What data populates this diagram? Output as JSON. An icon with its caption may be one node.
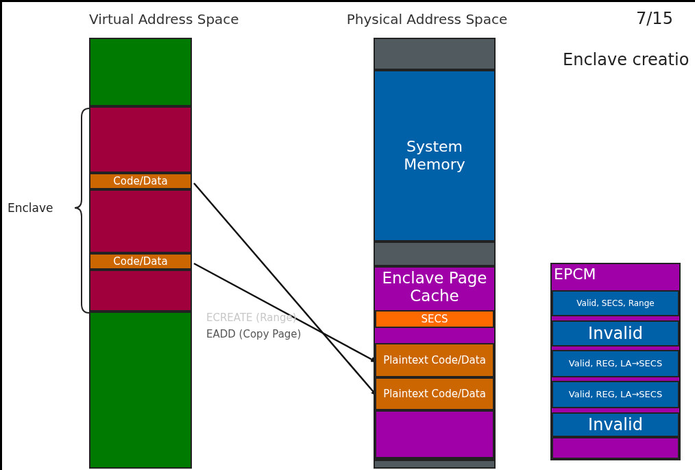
{
  "diagram": {
    "title": "Enclave creatio",
    "nodes": [
      {
        "text": [
          "Virtual Address Space"
        ]
      },
      {
        "text": [],
        "shape": "bar",
        "in": 0
      },
      {
        "text": [],
        "shape": "bar",
        "in": 0
      },
      {
        "text": [
          "Code/Data"
        ],
        "in": 0
      },
      {
        "text": [],
        "shape": "bar",
        "in": 0
      },
      {
        "text": [
          "Code/Data"
        ],
        "in": 0
      },
      {
        "text": [],
        "shape": "bar",
        "in": 0
      },
      {
        "text": [],
        "shape": "bar",
        "in": 0
      },
      {
        "text": [
          "Physical Address Space"
        ]
      },
      {
        "text": [],
        "shape": "bar",
        "in": 8
      },
      {
        "text": [
          "System Memory"
        ],
        "in": 8
      },
      {
        "text": [],
        "shape": "bar",
        "in": 8
      },
      {
        "text": [
          "Enclave Page Cache"
        ],
        "in": 8
      },
      {
        "text": [
          "SECS"
        ],
        "in": 12
      },
      {
        "text": [
          "Plaintext Code/Data"
        ],
        "in": 12
      },
      {
        "text": [
          "Plaintext Code/Data"
        ],
        "in": 12
      },
      {
        "text": [],
        "shape": "bar",
        "in": 12
      },
      {
        "text": [],
        "shape": "bar",
        "in": 8
      },
      {
        "text": [
          "EPCM"
        ]
      },
      {
        "text": [
          "Valid, SECS, Range"
        ],
        "in": 18
      },
      {
        "text": [
          "Invalid"
        ],
        "in": 18
      },
      {
        "text": [
          "Valid, REG, LA→SECS"
        ],
        "in": 18
      },
      {
        "text": [
          "Valid, REG, LA→SECS"
        ],
        "in": 18
      },
      {
        "text": [
          "Invalid"
        ],
        "in": 18
      },
      {
        "text": [],
        "shape": "bar",
        "in": 18
      }
    ],
    "edges": [
      {
        "from": 3,
        "to": 15,
        "arrow": "to"
      },
      {
        "from": 5,
        "to": 14,
        "arrow": "to"
      }
    ],
    "labels": [
      "7/15",
      "Enclave",
      "ECREATE (Range)",
      "EADD (Copy Page)"
    ]
  }
}
